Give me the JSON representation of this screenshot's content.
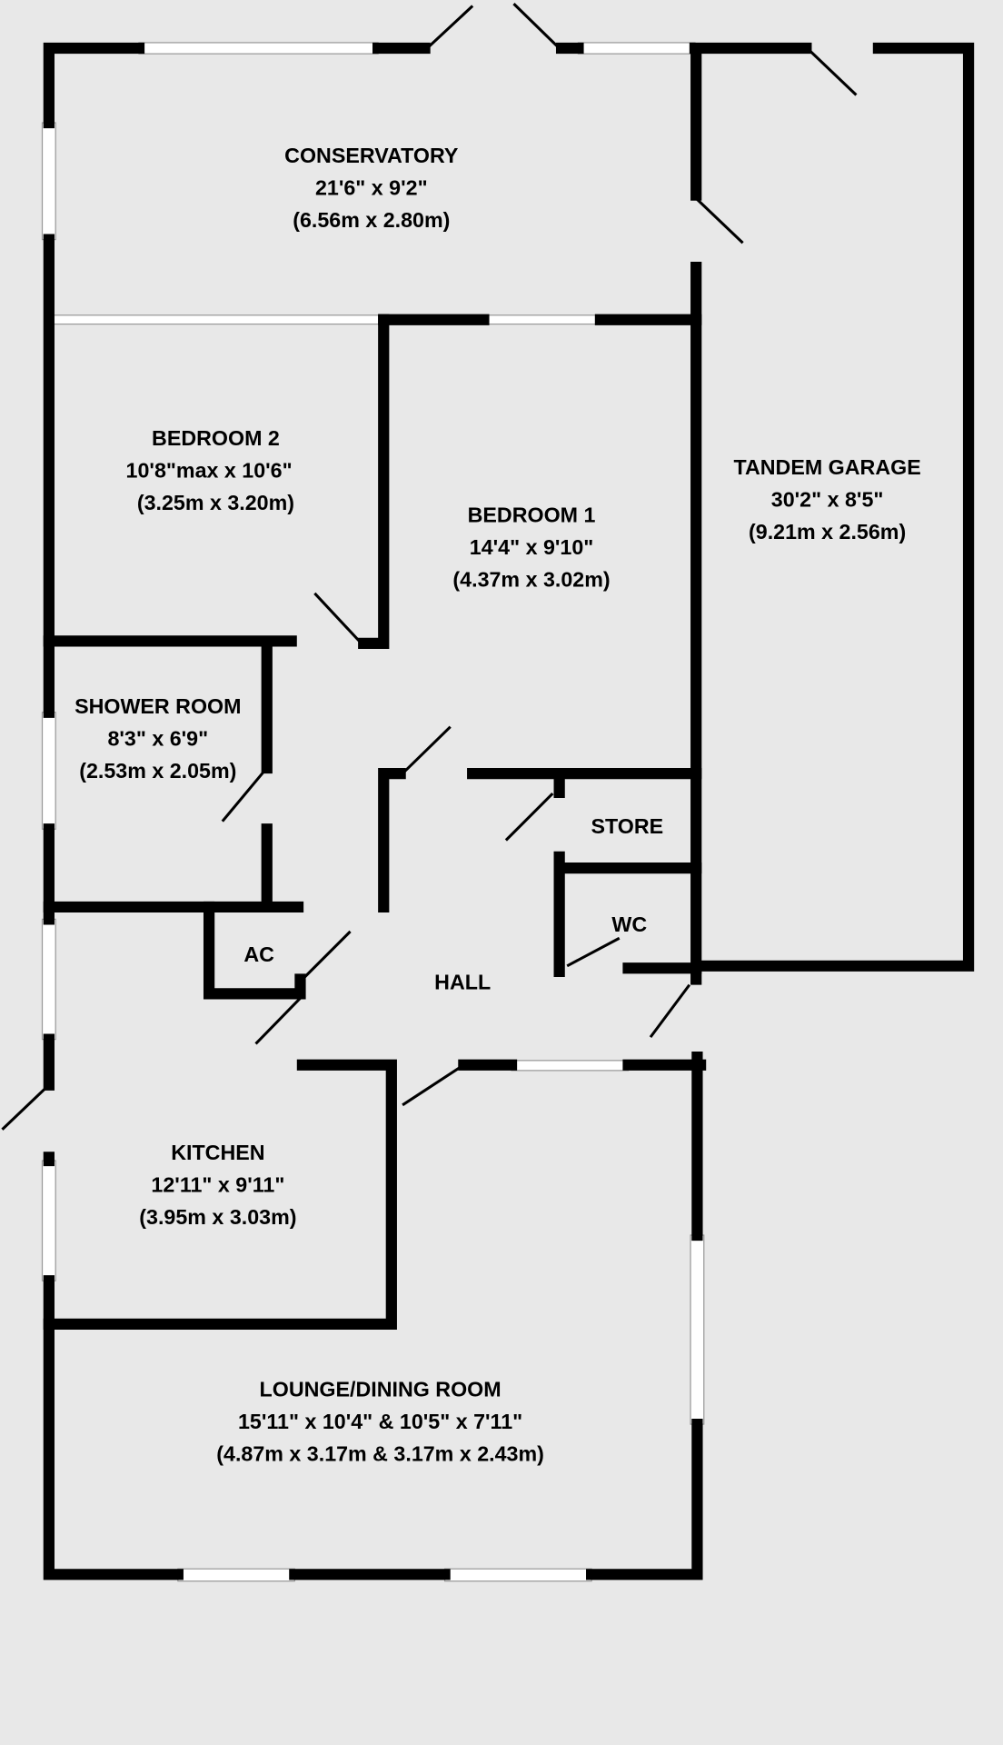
{
  "rooms": {
    "conservatory": {
      "name": "CONSERVATORY",
      "imperial": "21'6\" x 9'2\"",
      "metric": "(6.56m x 2.80m)"
    },
    "bedroom2": {
      "name": "BEDROOM 2",
      "imperial": "10'8\"max x 10'6\"",
      "metric": "(3.25m x 3.20m)"
    },
    "bedroom1": {
      "name": "BEDROOM 1",
      "imperial": "14'4\" x 9'10\"",
      "metric": "(4.37m x 3.02m)"
    },
    "garage": {
      "name": "TANDEM GARAGE",
      "imperial": "30'2\" x 8'5\"",
      "metric": "(9.21m x 2.56m)"
    },
    "shower": {
      "name": "SHOWER ROOM",
      "imperial": "8'3\" x 6'9\"",
      "metric": "(2.53m x 2.05m)"
    },
    "store": {
      "name": "STORE"
    },
    "wc": {
      "name": "WC"
    },
    "ac": {
      "name": "AC"
    },
    "hall": {
      "name": "HALL"
    },
    "kitchen": {
      "name": "KITCHEN",
      "imperial": "12'11\" x 9'11\"",
      "metric": "(3.95m x 3.03m)"
    },
    "lounge": {
      "name": "LOUNGE/DINING ROOM",
      "imperial": "15'11\" x 10'4\" & 10'5\" x 7'11\"",
      "metric": "(4.87m x 3.17m & 3.17m x 2.43m)"
    }
  }
}
